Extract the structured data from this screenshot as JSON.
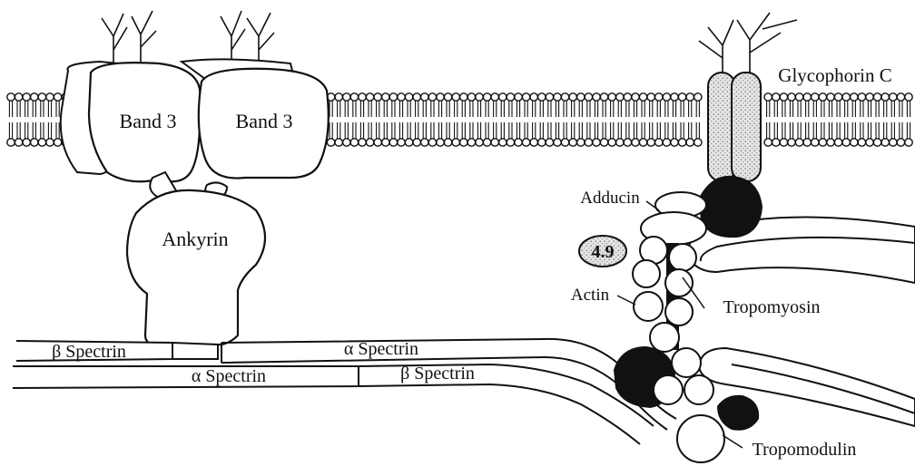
{
  "colors": {
    "ink": "#111111",
    "paper": "#ffffff",
    "stipple": "#d9d9d9",
    "dark_protein": "#111111"
  },
  "labels": {
    "band3_left": "Band 3",
    "band3_right": "Band 3",
    "ankyrin": "Ankyrin",
    "glycophorin_c": "Glycophorin C",
    "adducin": "Adducin",
    "protein_4_9": "4.9",
    "actin": "Actin",
    "tropomyosin": "Tropomyosin",
    "tropomodulin": "Tropomodulin",
    "beta_spectrin_upper": "β Spectrin",
    "alpha_spectrin_upper": "α Spectrin",
    "alpha_spectrin_lower": "α Spectrin",
    "beta_spectrin_lower": "β Spectrin"
  }
}
